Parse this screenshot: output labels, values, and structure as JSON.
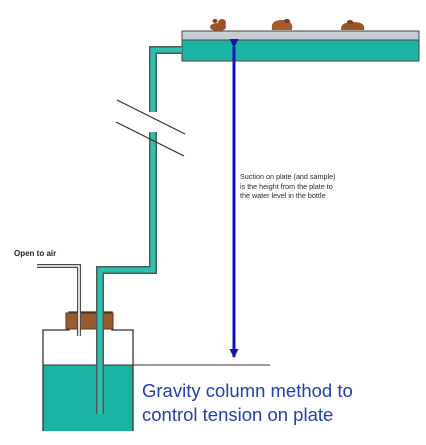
{
  "diagram": {
    "labels": {
      "open_to_air": "Open to air",
      "suction_lines": [
        "Suction on plate (and sample)",
        "is the height from the plate to",
        "the water level in the bottle"
      ],
      "title_lines": [
        "Gravity column method to",
        "control  tension on plate"
      ]
    },
    "colors": {
      "water": "#1bb3a3",
      "tube": "#2b8f86",
      "plate": "#c6cdd0",
      "height_arrow": "#1414b4",
      "title": "#1f3fb0",
      "stopper": "#9a5a32",
      "sample": "#9a5428"
    }
  }
}
